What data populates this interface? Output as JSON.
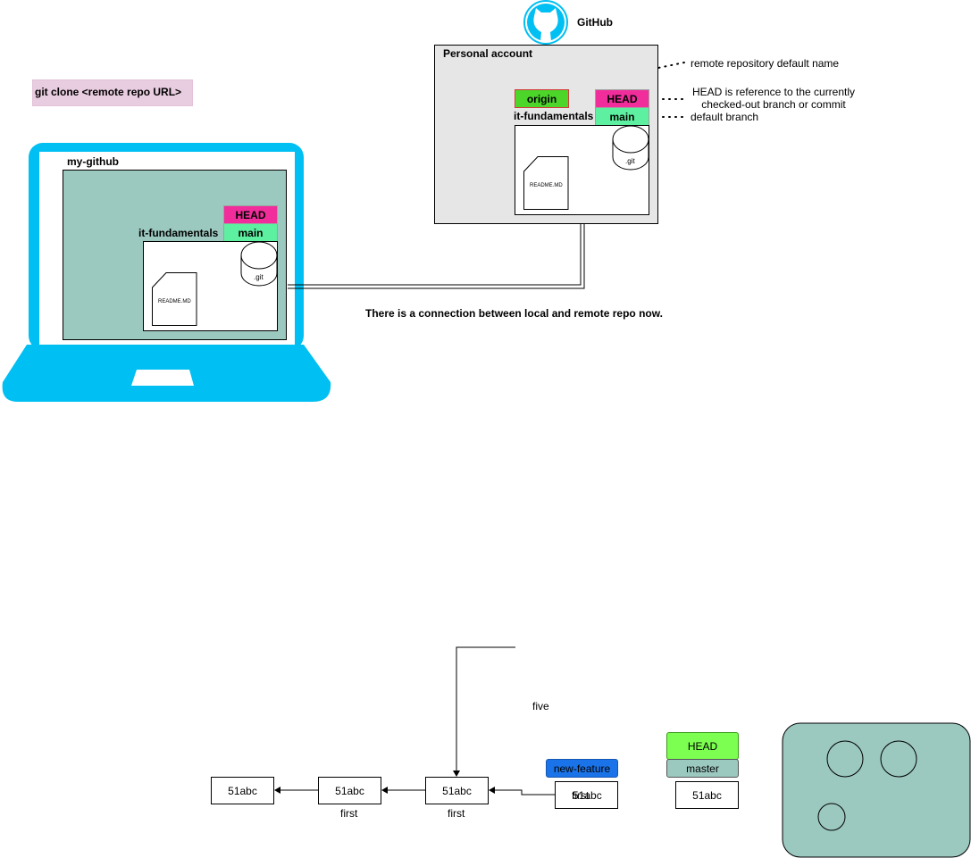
{
  "clone_command": "git clone <remote repo URL>",
  "github": {
    "title": "GitHub",
    "account_label": "Personal account",
    "origin_label": "origin",
    "head_label": "HEAD",
    "branch_label": "main",
    "repo_name": "it-fundamentals",
    "readme_label": "README.MD",
    "git_label": ".git"
  },
  "annotations": {
    "remote_default": "remote repository default name",
    "head_ref": "HEAD is reference to the currently checked-out branch or commit",
    "default_branch": "default branch",
    "connection_note": "There is a connection between local and remote repo now."
  },
  "local": {
    "machine_label": "my-github",
    "head_label": "HEAD",
    "branch_label": "main",
    "repo_name": "it-fundamentals",
    "readme_label": "README.MD",
    "git_label": ".git"
  },
  "commits": {
    "c1": "51abc",
    "c2": "51abc",
    "c3": "51abc",
    "c4": "51abc",
    "c4_overlap": "first",
    "c5": "51abc",
    "c2_label": "first",
    "c3_label": "first",
    "five_label": "five",
    "new_feature": "new-feature",
    "head": "HEAD",
    "master": "master"
  },
  "colors": {
    "laptop": "#00BFF2",
    "local_panel": "#9BC8BF",
    "head_pink": "#F02D9B",
    "main_green": "#5CF0A0",
    "origin_green": "#4CD62A",
    "new_feature_blue": "#1A73E8",
    "head_lime": "#7CFF50",
    "command_bg": "#E8CCDF"
  }
}
